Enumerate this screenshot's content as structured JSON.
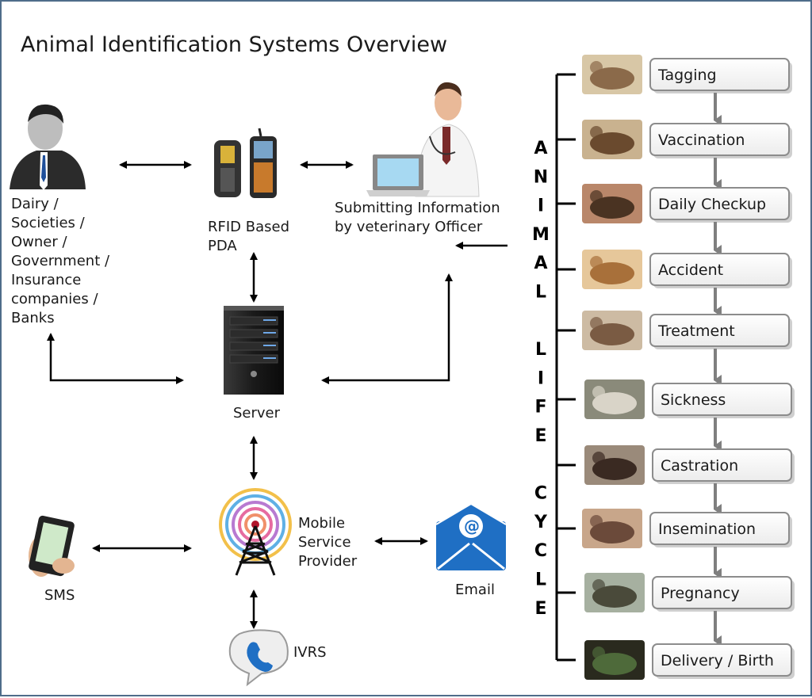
{
  "title": "Animal Identification Systems Overview",
  "nodes": {
    "stakeholders": [
      "Dairy /",
      "Societies /",
      "Owner /",
      "Government /",
      "Insurance",
      "companies /",
      "Banks"
    ],
    "pda": [
      "RFID Based",
      "PDA"
    ],
    "vet": [
      "Submitting Information",
      "by veterinary  Officer"
    ],
    "server": "Server",
    "mobile": [
      "Mobile",
      "Service",
      "Provider"
    ],
    "sms": "SMS",
    "email": "Email",
    "ivrs": "IVRS"
  },
  "vertical_label": [
    "A",
    "N",
    "I",
    "M",
    "A",
    "L",
    "",
    "L",
    "I",
    "F",
    "E",
    "",
    "C",
    "Y",
    "C",
    "L",
    "E"
  ],
  "stages": [
    "Tagging",
    "Vaccination",
    "Daily Checkup",
    "Accident",
    "Treatment",
    "Sickness",
    "Castration",
    "Insemination",
    "Pregnancy",
    "Delivery / Birth"
  ],
  "colors": {
    "frame": "#4f6d8a",
    "stage_border": "#8c8c8c",
    "arrow_gray": "#7f7f7f",
    "screen_blue": "#1f6fc4"
  }
}
